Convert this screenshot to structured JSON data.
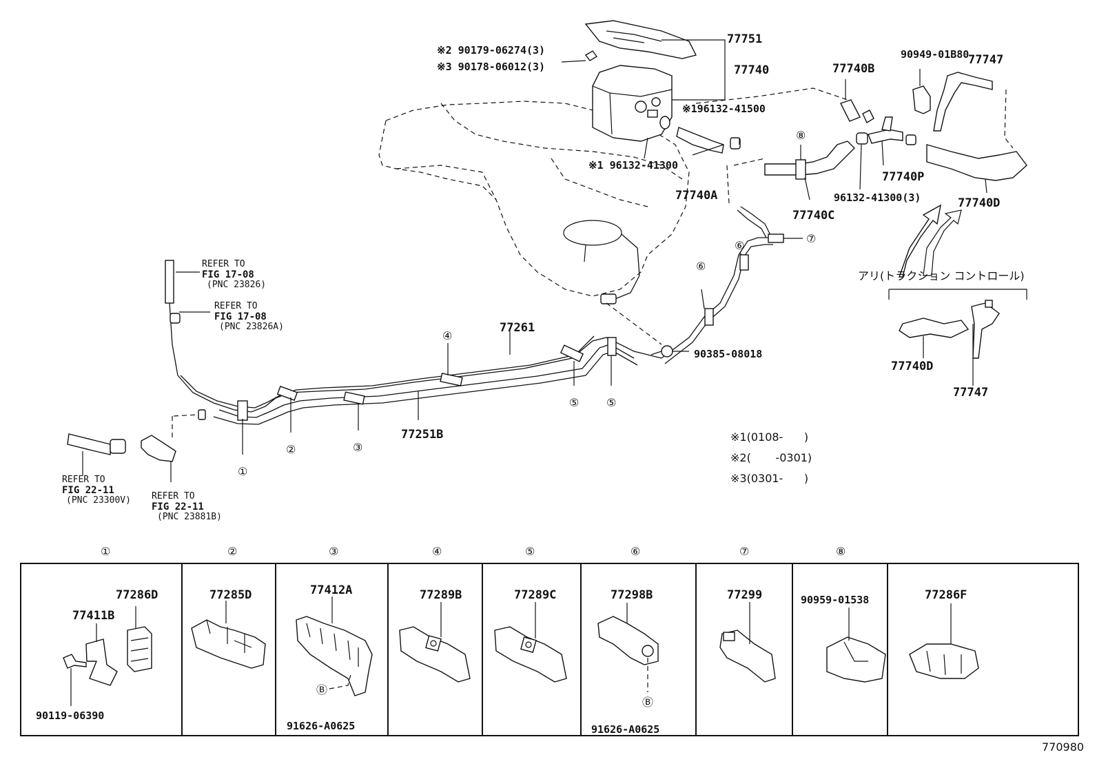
{
  "labels": {
    "p77751": "77751",
    "p77740": "77740",
    "n2": "※2 90179-06274(3)",
    "n3": "※3 90178-06012(3)",
    "n1a": "※196132-41500",
    "n1b": "※1 96132-41300",
    "p77740B": "77740B",
    "p9094901B80": "90949-01B80",
    "p77747": "77747",
    "p77740P": "77740P",
    "p9613241300_3": "96132-41300(3)",
    "p77740D": "77740D",
    "p77740A": "77740A",
    "p77740C": "77740C",
    "p77261": "77261",
    "p77251B": "77251B",
    "p9038508018": "90385-08018",
    "traction": "アリ(トラクション コントロール)",
    "p77740D_b": "77740D",
    "p77747_b": "77747",
    "ref1_l1": "REFER TO",
    "ref1_l2": "FIG 17-08",
    "ref1_l3": "(PNC 23826)",
    "ref2_l1": "REFER TO",
    "ref2_l2": "FIG 17-08",
    "ref2_l3": "(PNC 23826A)",
    "ref3_l1": "REFER TO",
    "ref3_l2": "FIG 22-11",
    "ref3_l3": "(PNC 23300V)",
    "ref4_l1": "REFER TO",
    "ref4_l2": "FIG 22-11",
    "ref4_l3": "(PNC 23881B)",
    "note1": "※1(0108-      )",
    "note2": "※2(       -0301)",
    "note3": "※3(0301-      )",
    "figure_id": "770980"
  },
  "callouts": [
    "①",
    "②",
    "③",
    "④",
    "⑤",
    "⑤",
    "⑥",
    "⑥",
    "⑦",
    "⑧"
  ],
  "panels": {
    "headers": [
      "①",
      "②",
      "③",
      "④",
      "⑤",
      "⑥",
      "⑦",
      "⑧"
    ],
    "p1_a": "77286D",
    "p1_b": "77411B",
    "p1_c": "90119-06390",
    "p2_a": "77285D",
    "p3_a": "77412A",
    "p3_b": "Ⓑ",
    "p3_c": "91626-A0625",
    "p4_a": "77289B",
    "p5_a": "77289C",
    "p6_a": "77298B",
    "p6_b": "Ⓑ",
    "p6_c": "91626-A0625",
    "p7_a": "77299",
    "p8_a": "90959-01538",
    "p9_a": "77286F"
  }
}
